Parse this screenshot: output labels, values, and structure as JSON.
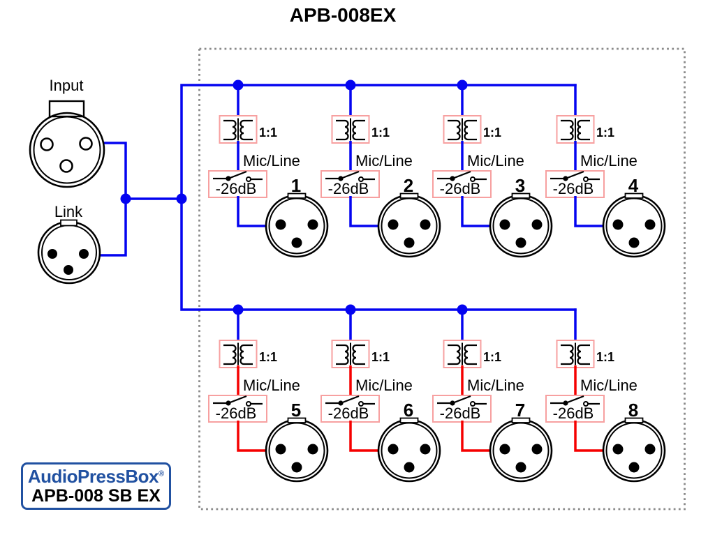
{
  "title": "APB-008EX",
  "input_label": "Input",
  "link_label": "Link",
  "channel_defaults": {
    "transformer_ratio": "1:1",
    "switch_label": "Mic/Line",
    "pad_label": "-26dB"
  },
  "channels": [
    {
      "number": "1",
      "row": "top",
      "output_wire": "blue"
    },
    {
      "number": "2",
      "row": "top",
      "output_wire": "blue"
    },
    {
      "number": "3",
      "row": "top",
      "output_wire": "blue"
    },
    {
      "number": "4",
      "row": "top",
      "output_wire": "blue"
    },
    {
      "number": "5",
      "row": "bottom",
      "output_wire": "red"
    },
    {
      "number": "6",
      "row": "bottom",
      "output_wire": "red"
    },
    {
      "number": "7",
      "row": "bottom",
      "output_wire": "red"
    },
    {
      "number": "8",
      "row": "bottom",
      "output_wire": "red"
    }
  ],
  "logo": {
    "brand": "AudioPressBox",
    "registered": "®",
    "model": "APB-008 SB EX"
  },
  "colors": {
    "wire_primary": "#0404F0",
    "wire_secondary": "#F50000",
    "module_box_border": "#F7A0A0",
    "enclosure_border": "#8A8A8A",
    "logo_blue": "#2151A1",
    "line_black": "#000000"
  },
  "icons": {
    "input_connector": "xlr-female-icon",
    "link_connector": "xlr-male-icon",
    "output_connector": "xlr-male-icon",
    "transformer": "transformer-1to1-icon",
    "pad_switch": "spst-switch-icon"
  }
}
